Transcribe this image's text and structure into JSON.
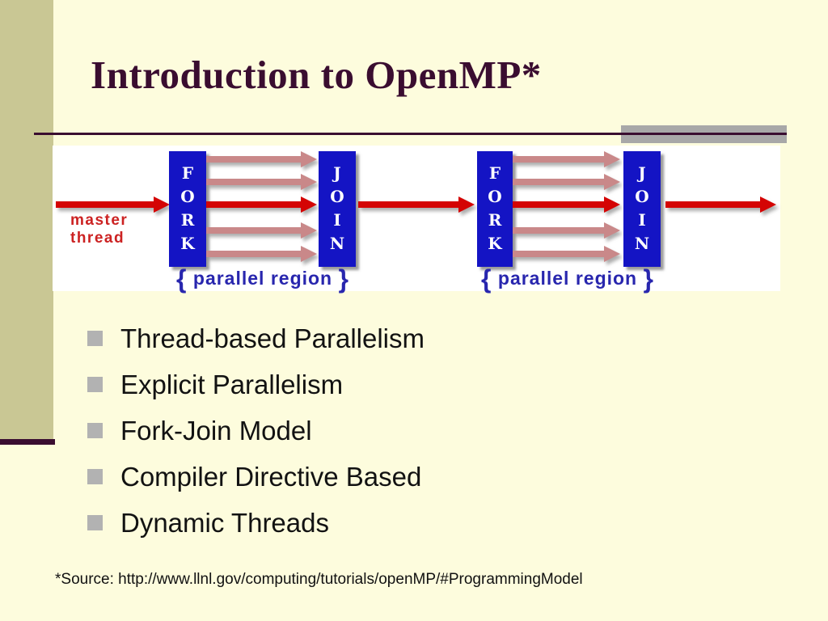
{
  "slide": {
    "title": "Introduction to OpenMP*",
    "footer": "*Source: http://www.llnl.gov/computing/tutorials/openMP/#ProgrammingModel"
  },
  "diagram": {
    "master_label": "master thread",
    "fork_label": "FORK",
    "join_label": "JOIN",
    "parallel_region": {
      "open": "{",
      "label": "parallel region",
      "close": "}"
    }
  },
  "bullets": {
    "items": [
      "Thread-based Parallelism",
      "Explicit Parallelism",
      "Fork-Join Model",
      "Compiler Directive Based",
      "Dynamic Threads"
    ]
  },
  "colors": {
    "bg": "#fdfcdd",
    "tan": "#c9c794",
    "plum": "#3a0d30",
    "gray": "#a8a8a8",
    "blue": "#1414c4",
    "red": "#d40404",
    "pink": "#c98889",
    "labelred": "#cc2222",
    "bluetext": "#2826ae",
    "bullet": "#b2b2b2"
  }
}
